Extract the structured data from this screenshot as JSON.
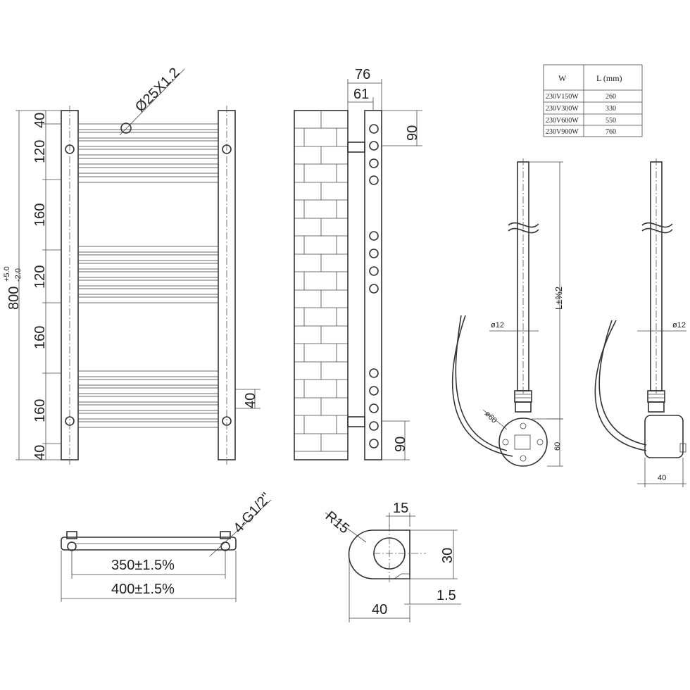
{
  "front_view": {
    "height_dim": "800",
    "height_tol_upper": "+5.0",
    "height_tol_lower": "-2.0",
    "spacing_labels": [
      "40",
      "120",
      "160",
      "120",
      "160",
      "160",
      "40"
    ],
    "tube_label": "Ø25X1.2",
    "bar_height_label": "40"
  },
  "side_view": {
    "depth_outer": "76",
    "depth_inner": "61",
    "top_bracket": "90",
    "bottom_bracket": "90"
  },
  "spec_table": {
    "headers": [
      "W",
      "L (mm)"
    ],
    "rows": [
      {
        "w": "230V150W",
        "l": "260"
      },
      {
        "w": "230V300W",
        "l": "330"
      },
      {
        "w": "230V600W",
        "l": "550"
      },
      {
        "w": "230V900W",
        "l": "760"
      }
    ]
  },
  "heater_front": {
    "length_label": "L±%2",
    "diameter": "ø12",
    "head_diameter": "ø60",
    "head_height": "60"
  },
  "heater_side": {
    "diameter": "ø12",
    "width": "40"
  },
  "bottom_view": {
    "connections": "4-G1/2\"",
    "centers": "350±1.5%",
    "overall": "400±1.5%"
  },
  "section_view": {
    "radius": "R15",
    "width_top": "15",
    "height": "30",
    "thickness": "1.5",
    "width": "40"
  }
}
